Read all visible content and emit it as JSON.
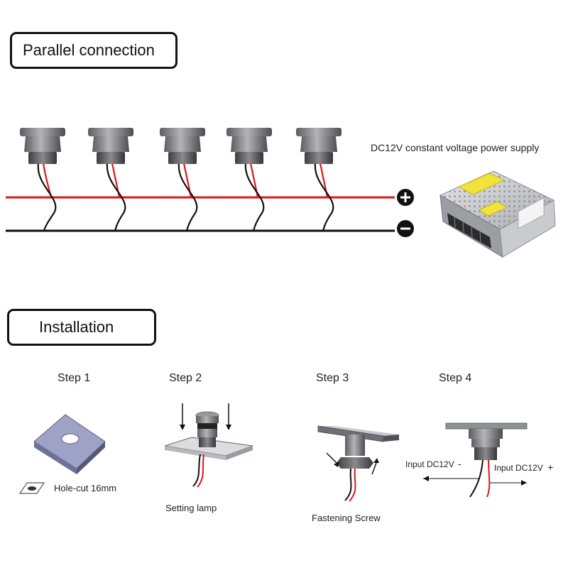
{
  "sections": {
    "parallel": "Parallel connection",
    "installation": "Installation"
  },
  "power_supply_label": "DC12V constant voltage power supply",
  "polarity": {
    "positive": "+",
    "negative": "−"
  },
  "steps": [
    {
      "title": "Step 1",
      "caption": "Hole-cut 16mm"
    },
    {
      "title": "Step 2",
      "caption": "Setting lamp"
    },
    {
      "title": "Step 3",
      "caption": "Fastening Screw"
    },
    {
      "title": "Step 4",
      "input_neg": "Input DC12V",
      "neg_sign": "-",
      "input_pos": "Input DC12V",
      "pos_sign": "+"
    }
  ],
  "colors": {
    "positive_wire": "#e0161b",
    "negative_wire": "#111111",
    "lamp_metal": "#7d7d80"
  }
}
